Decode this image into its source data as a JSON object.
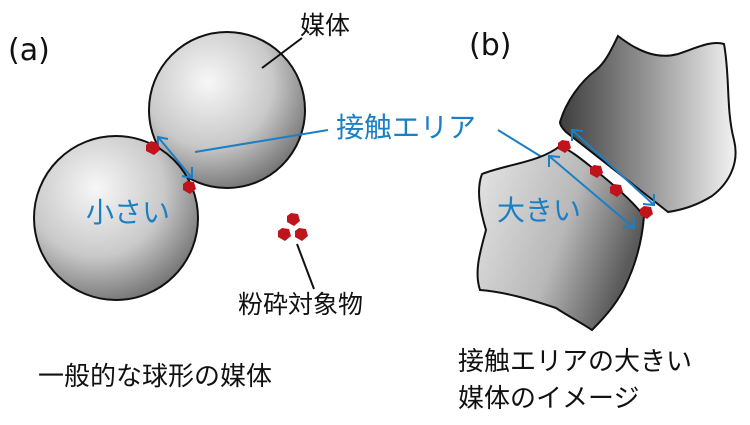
{
  "panel_a": {
    "letter": "(a)",
    "medium_label": "媒体",
    "small_label": "小さい",
    "material_label": "粉砕対象物",
    "caption": "一般的な球形の媒体"
  },
  "panel_b": {
    "letter": "(b)",
    "large_label": "大きい",
    "caption_line1": "接触エリアの大きい",
    "caption_line2": "媒体のイメージ"
  },
  "contact_area_label": "接触エリア",
  "colors": {
    "accent_blue": "#1b7fc4",
    "particle_red": "#c0141c",
    "outline": "#111111"
  }
}
